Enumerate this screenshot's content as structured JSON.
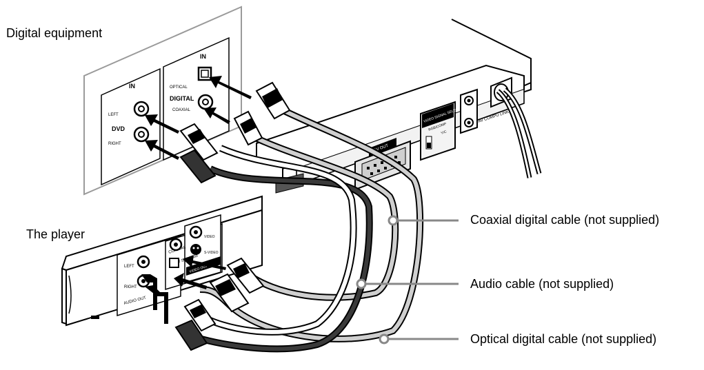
{
  "labels": {
    "digital_equipment": "Digital equipment",
    "player": "The player",
    "coaxial_cable": "Coaxial digital cable (not supplied)",
    "audio_cable": "Audio cable (not supplied)",
    "optical_cable": "Optical digital cable (not supplied)"
  },
  "equipment_panel": {
    "in_left": "IN",
    "in_right": "IN",
    "left": "LEFT",
    "dvd": "DVD",
    "right": "RIGHT",
    "optical": "OPTICAL",
    "digital": "DIGITAL",
    "coaxial": "COAXIAL"
  },
  "player_panel": {
    "left": "LEFT",
    "right": "RIGHT",
    "audio_out": "AUDIO OUT",
    "coaxial": "COAXIAL",
    "pcm_stream": "PCM / STREAM",
    "video": "VIDEO",
    "s_video": "S-VIDEO",
    "video_out": "VIDEO OUT"
  },
  "device_back": {
    "av_out": "AV OUT",
    "video_signal_selector": "VIDEO SIGNAL SELECTOR",
    "rgb_comp": "RGB/COMP",
    "y_c": "Y/C",
    "av_compu_link": "AV COMPU LINK"
  }
}
